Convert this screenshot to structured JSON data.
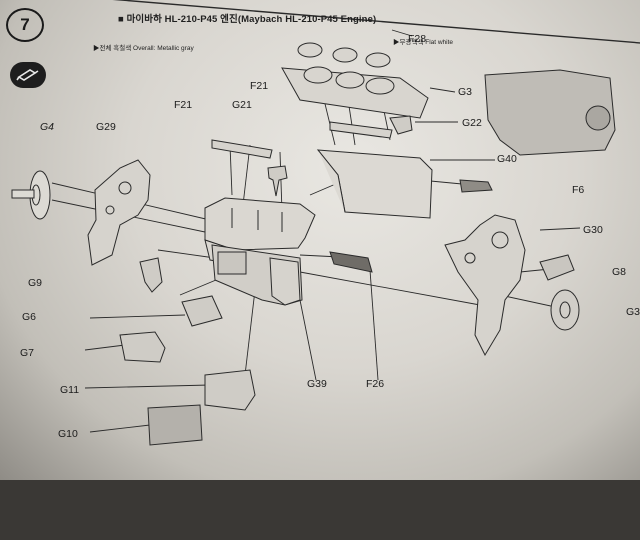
{
  "step": {
    "number": "7"
  },
  "title": "■ 마이바하 HL-210-P45 엔진(Maybach HL-210-P45 Engine)",
  "paint_notes": {
    "overall": "▶전체 흑철색 Overall: Metallic gray",
    "flat_white": "▶무광백색 Flat white"
  },
  "icons": {
    "badge": "cement-tube-icon"
  },
  "labels": {
    "G4": "G4",
    "G29": "G29",
    "F21_left": "F21",
    "G21": "G21",
    "F21_top": "F21",
    "F28": "F28",
    "G3_top": "G3",
    "G22": "G22",
    "G40": "G40",
    "F6": "F6",
    "G30": "G30",
    "G8": "G8",
    "G3_right": "G3",
    "G9": "G9",
    "G6": "G6",
    "G7": "G7",
    "G11": "G11",
    "G10": "G10",
    "G39": "G39",
    "F26": "F26"
  }
}
